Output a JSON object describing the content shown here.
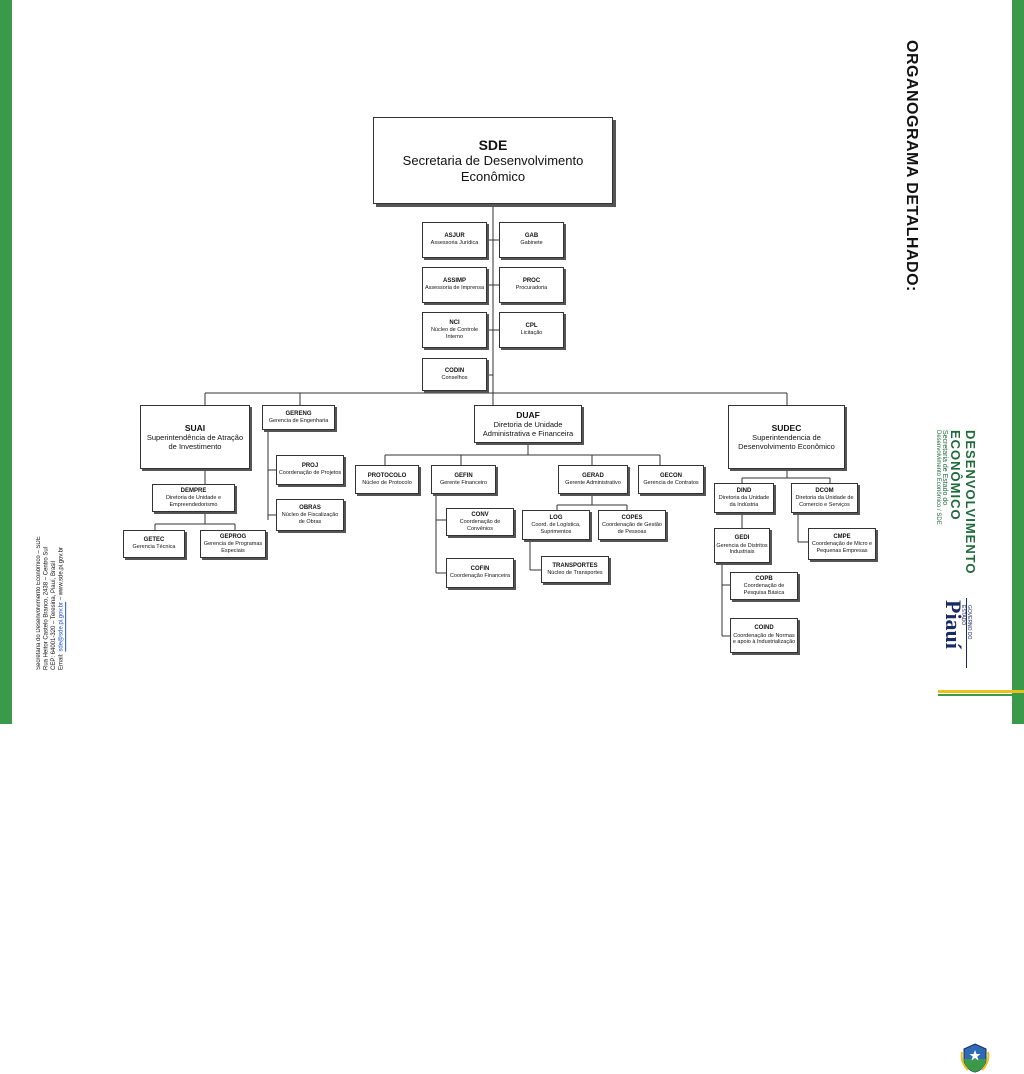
{
  "colors": {
    "side_bar": "#3a9a4a",
    "box_border": "#333333",
    "logo_green": "#1f6a3a",
    "logo_navy": "#1a2a66",
    "stripe_yellow": "#e8c21a",
    "link_blue": "#1a4fd6"
  },
  "title": "ORGANOGRAMA DETALHADO:",
  "footer": {
    "line1": "Secretaria do Desenvolvimento Econômico – SDE",
    "line2": "Rua Heitor Castelo Branco, 2438 – Centro Sul",
    "line3": "CEP: 64001-320 – Teresina, Piauí, Brasil",
    "email_label": "Email: ",
    "email": "sde@sde.pi.gov.br",
    "website": " – www.sde.pi.gov.br"
  },
  "logo": {
    "line1": "DESENVOLVIMENTO",
    "line2": "ECONÔMICO",
    "line3": "Secretaria de Estado do",
    "line4": "Desenvolvimento Econômico / SDE",
    "state": "Piauí",
    "gov": "GOVERNO DO ESTADO",
    "seal_icon": "state-seal-icon"
  },
  "org": {
    "sde": {
      "code": "SDE",
      "name": "Secretaria de Desenvolvimento Econômico"
    },
    "asjur": {
      "code": "ASJUR",
      "name": "Assessoria Jurídica"
    },
    "gab": {
      "code": "GAB",
      "name": "Gabinete"
    },
    "assimp": {
      "code": "ASSIMP",
      "name": "Assessoria de Imprensa"
    },
    "proc": {
      "code": "PROC",
      "name": "Procuradoria"
    },
    "nci": {
      "code": "NCI",
      "name": "Núcleo de Controle Interno"
    },
    "cpl": {
      "code": "CPL",
      "name": "Licitação"
    },
    "codin": {
      "code": "CODIN",
      "name": "Conselhos"
    },
    "suai": {
      "code": "SUAI",
      "name": "Superintendência de Atração de Investimento"
    },
    "gereng": {
      "code": "GERENG",
      "name": "Gerencia de Engenharia"
    },
    "proj": {
      "code": "PROJ",
      "name": "Coordenação de Projetos"
    },
    "obras": {
      "code": "OBRAS",
      "name": "Núcleo de Fiscalização de Obras"
    },
    "dempre": {
      "code": "DEMPRE",
      "name": "Diretoria de Unidade e Empreendedorismo"
    },
    "getec": {
      "code": "GETEC",
      "name": "Gerencia Técnica"
    },
    "geprog": {
      "code": "GEPROG",
      "name": "Gerencia de Programas Especiais"
    },
    "duaf": {
      "code": "DUAF",
      "name": "Diretoria de Unidade Administrativa e Financeira"
    },
    "protocolo": {
      "code": "PROTOCOLO",
      "name": "Núcleo de Protocolo"
    },
    "gefin": {
      "code": "GEFIN",
      "name": "Gerente Financeiro"
    },
    "conv": {
      "code": "CONV",
      "name": "Coordenação de Convênios"
    },
    "cofin": {
      "code": "COFIN",
      "name": "Coordenação Financeira"
    },
    "gerad": {
      "code": "GERAD",
      "name": "Gerente Administrativo"
    },
    "log": {
      "code": "LOG",
      "name": "Coord. de Logística, Suprimentos"
    },
    "copes": {
      "code": "COPES",
      "name": "Coordenação de Gestão de Pessoas"
    },
    "transportes": {
      "code": "TRANSPORTES",
      "name": "Núcleo de Transportes"
    },
    "gecon": {
      "code": "GECON",
      "name": "Gerencia de Contratos"
    },
    "sudec": {
      "code": "SUDEC",
      "name": "Superintendencia de Desenvolvimento Econômico"
    },
    "dind": {
      "code": "DIND",
      "name": "Diretoria da Unidade da Indústria"
    },
    "dcom": {
      "code": "DCOM",
      "name": "Diretoria da Unidade de Comercio e Serviços"
    },
    "gedi": {
      "code": "GEDI",
      "name": "Gerencia de Distritos Industriais"
    },
    "cmpe": {
      "code": "CMPE",
      "name": "Coordenação de Micro e Pequenas Empresas"
    },
    "copb": {
      "code": "COPB",
      "name": "Coordenação de Pesquisa Básica"
    },
    "coind": {
      "code": "COIND",
      "name": "Coordenação de Normas e apoio à Industrialização"
    }
  }
}
